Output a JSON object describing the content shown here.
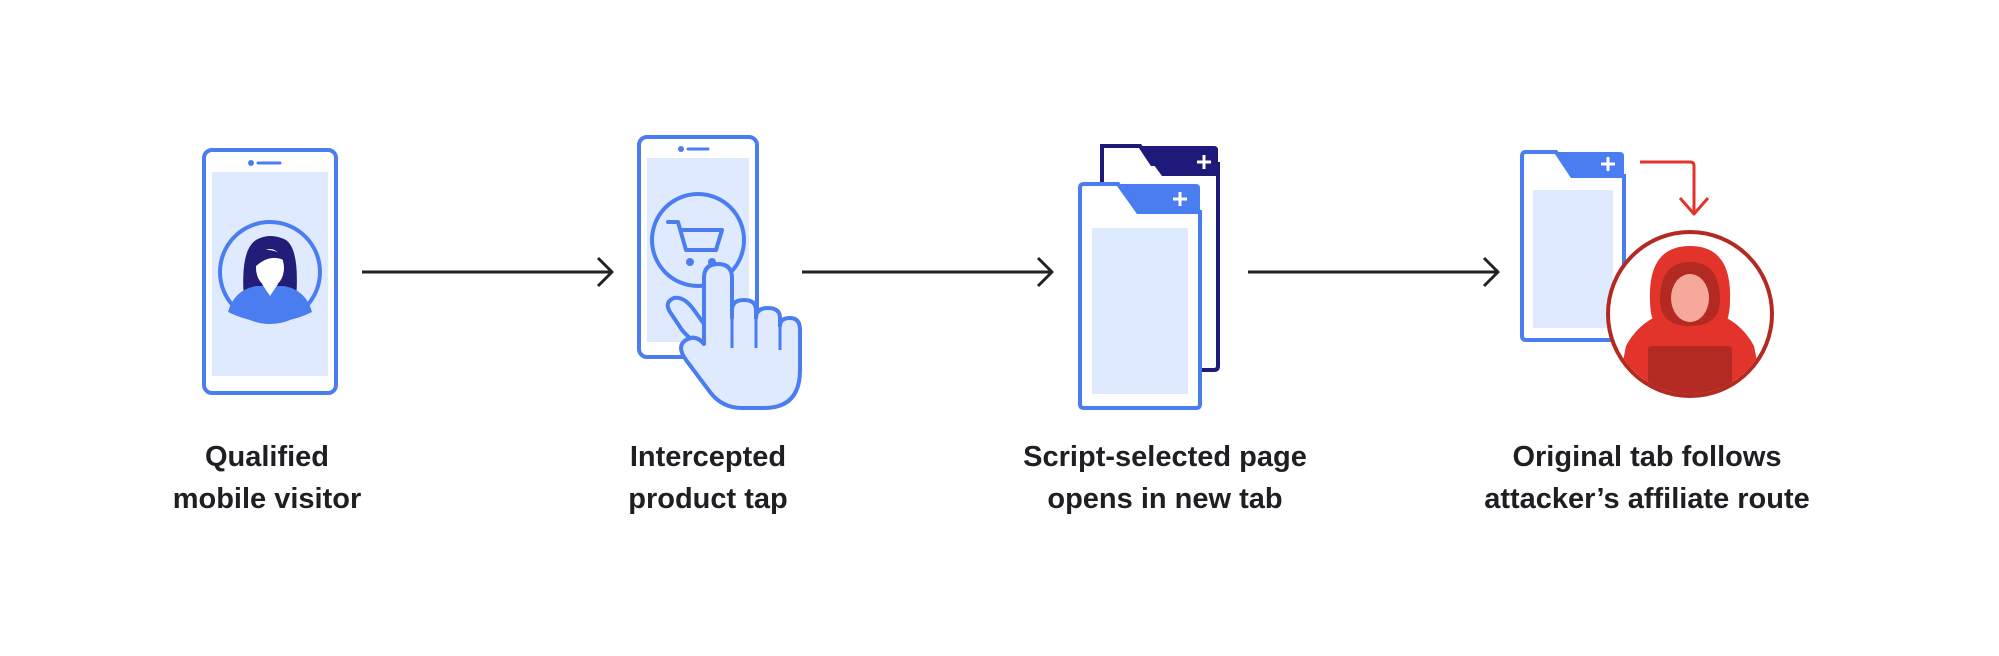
{
  "diagram": {
    "steps": [
      {
        "line1": "Qualified",
        "line2": "mobile visitor",
        "icon": "phone-user-icon"
      },
      {
        "line1": "Intercepted",
        "line2": "product tap",
        "icon": "phone-cart-tap-icon"
      },
      {
        "line1": "Script-selected page",
        "line2": "opens in new tab",
        "icon": "new-tab-icon"
      },
      {
        "line1": "Original tab follows",
        "line2": "attacker’s affiliate route",
        "icon": "hacker-redirect-icon"
      }
    ]
  },
  "colors": {
    "blue": "#4a7ef0",
    "light_blue": "#dfeaff",
    "navy": "#1f1a7a",
    "dark_navy": "#221d78",
    "red": "#e3342b",
    "dark_red": "#b32a22",
    "skin": "#f6a99a",
    "arrow": "#222222",
    "text": "#1f1f23"
  }
}
